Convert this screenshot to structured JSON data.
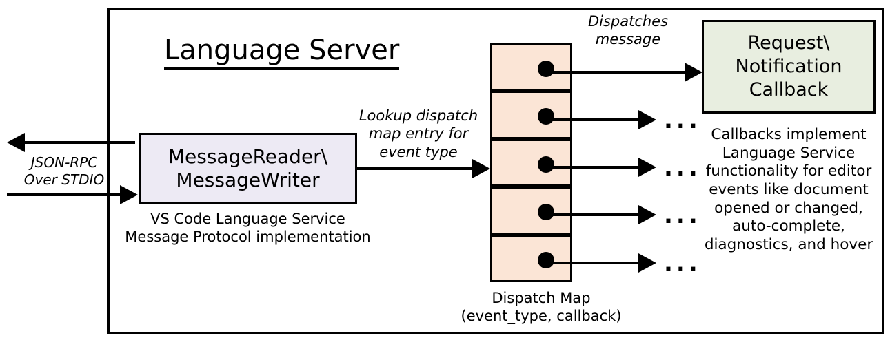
{
  "diagram": {
    "title": "Language Server",
    "frame_name": "language-server-boundary"
  },
  "external_io": {
    "label_line1": "JSON-RPC",
    "label_line2": "Over STDIO",
    "outbound_arrow": "arrow-left-out",
    "inbound_arrow": "arrow-right-in"
  },
  "reader_box": {
    "line1": "MessageReader\\",
    "line2": "MessageWriter",
    "fill": "#EDEAF4",
    "caption_line1": "VS Code Language Service",
    "caption_line2": "Message Protocol implementation"
  },
  "lookup_edge": {
    "line1": "Lookup dispatch",
    "line2": "map entry for",
    "line3": "event type"
  },
  "dispatch_map": {
    "fill": "#FBE5D6",
    "caption_line1": "Dispatch Map",
    "caption_line2": "(event_type, callback)",
    "rows": [
      {
        "id": "row-1",
        "dot": "callback-dot",
        "trailing": ""
      },
      {
        "id": "row-2",
        "dot": "callback-dot",
        "trailing": "..."
      },
      {
        "id": "row-3",
        "dot": "callback-dot",
        "trailing": "..."
      },
      {
        "id": "row-4",
        "dot": "callback-dot",
        "trailing": "..."
      },
      {
        "id": "row-5",
        "dot": "callback-dot",
        "trailing": "..."
      }
    ]
  },
  "dispatch_edge": {
    "line1": "Dispatches",
    "line2": "message"
  },
  "callback_box": {
    "line1": "Request\\",
    "line2": "Notification",
    "line3": "Callback",
    "fill": "#E8EEE0",
    "caption": "Callbacks implement Language Service functionality for editor events like document opened or changed, auto-complete, diagnostics, and hover"
  }
}
